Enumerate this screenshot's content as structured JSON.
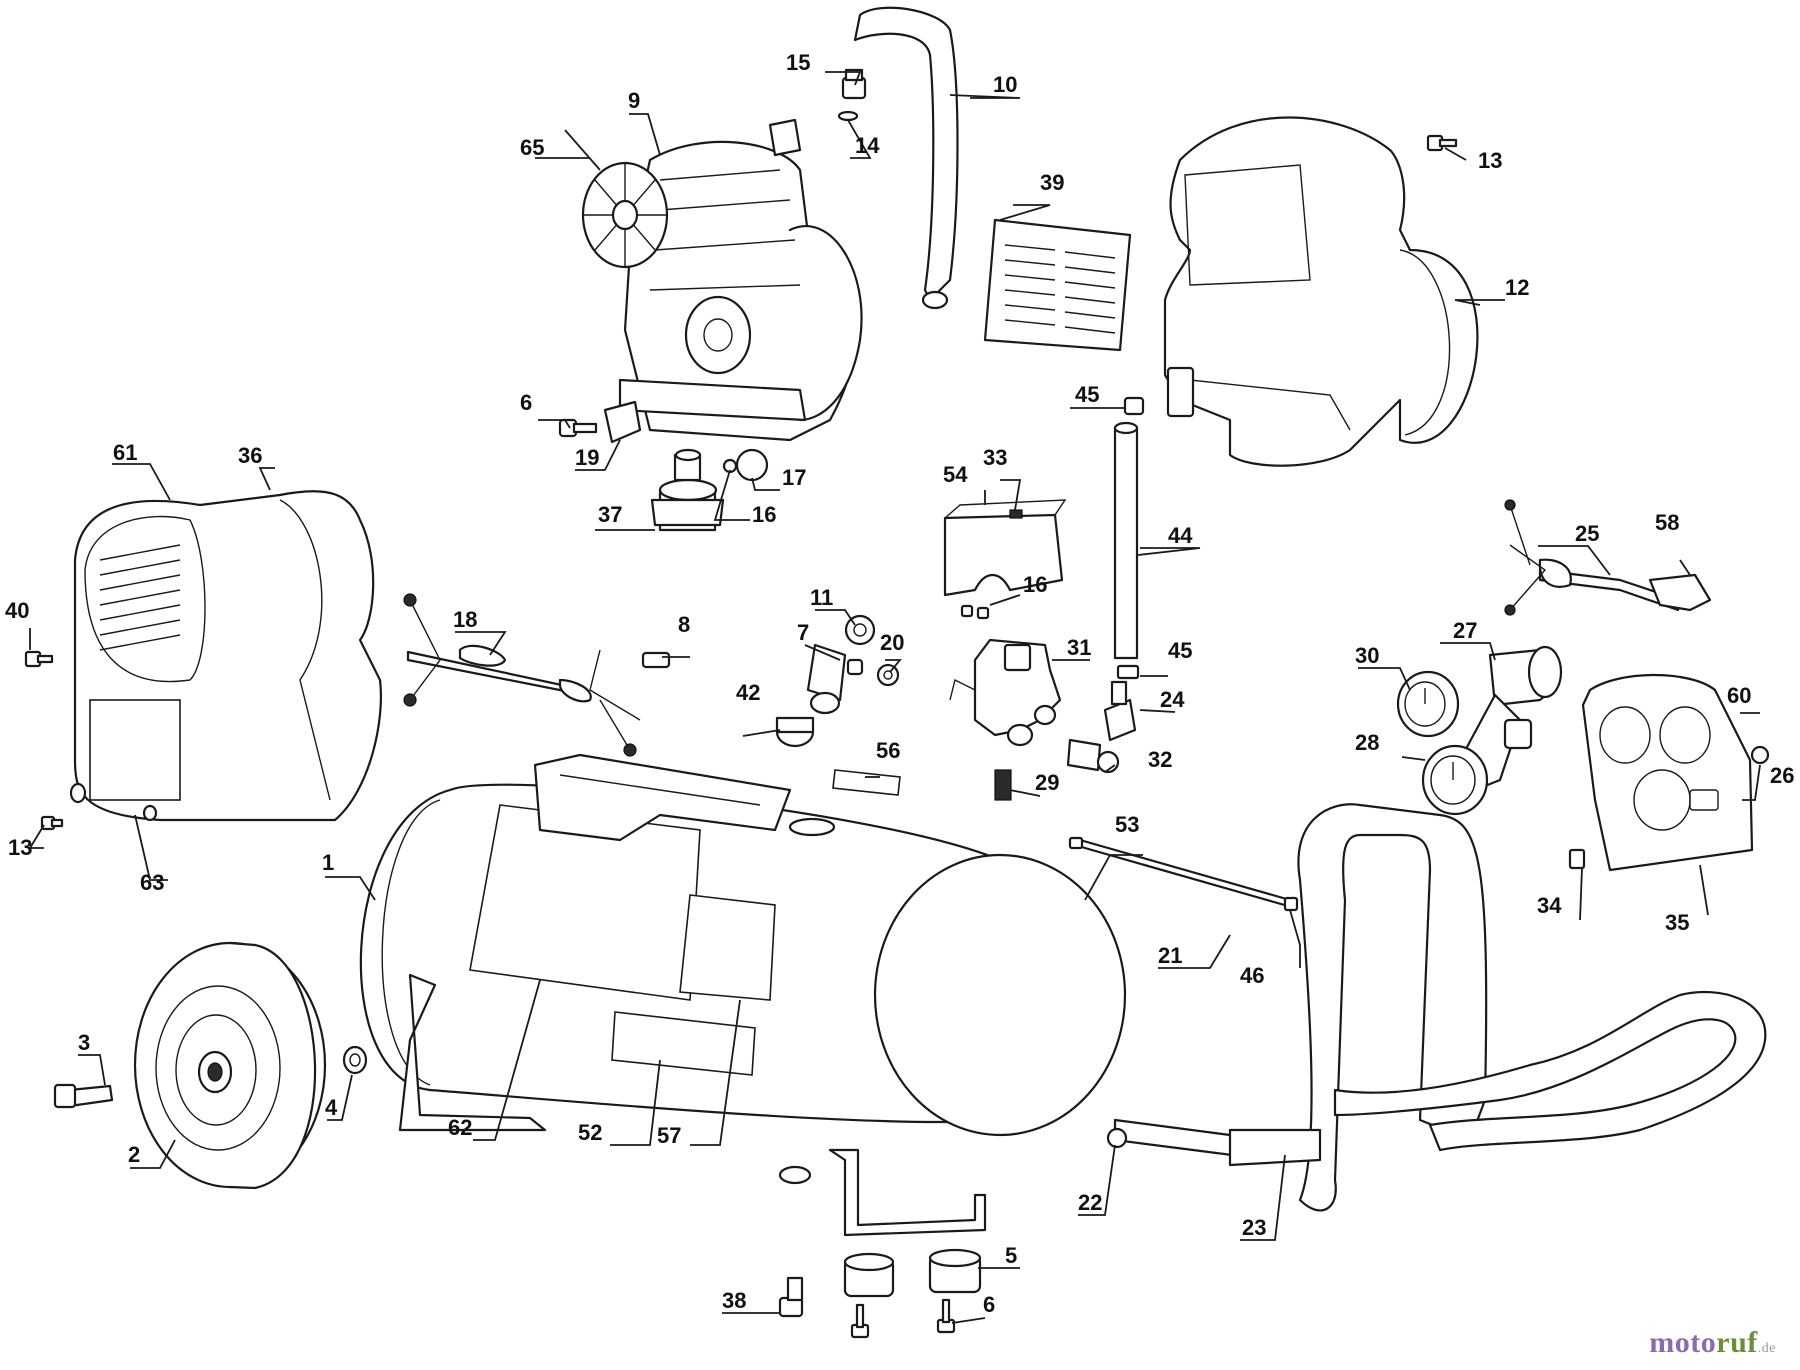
{
  "callouts": [
    {
      "id": "c1",
      "label": "1"
    },
    {
      "id": "c2",
      "label": "2"
    },
    {
      "id": "c3",
      "label": "3"
    },
    {
      "id": "c4",
      "label": "4"
    },
    {
      "id": "c5",
      "label": "5"
    },
    {
      "id": "c6a",
      "label": "6"
    },
    {
      "id": "c6b",
      "label": "6"
    },
    {
      "id": "c7",
      "label": "7"
    },
    {
      "id": "c8",
      "label": "8"
    },
    {
      "id": "c9",
      "label": "9"
    },
    {
      "id": "c10",
      "label": "10"
    },
    {
      "id": "c11",
      "label": "11"
    },
    {
      "id": "c12",
      "label": "12"
    },
    {
      "id": "c13a",
      "label": "13"
    },
    {
      "id": "c13b",
      "label": "13"
    },
    {
      "id": "c14",
      "label": "14"
    },
    {
      "id": "c15",
      "label": "15"
    },
    {
      "id": "c16a",
      "label": "16"
    },
    {
      "id": "c16b",
      "label": "16"
    },
    {
      "id": "c17",
      "label": "17"
    },
    {
      "id": "c18",
      "label": "18"
    },
    {
      "id": "c19",
      "label": "19"
    },
    {
      "id": "c20",
      "label": "20"
    },
    {
      "id": "c21",
      "label": "21"
    },
    {
      "id": "c22",
      "label": "22"
    },
    {
      "id": "c23",
      "label": "23"
    },
    {
      "id": "c24",
      "label": "24"
    },
    {
      "id": "c25",
      "label": "25"
    },
    {
      "id": "c26",
      "label": "26"
    },
    {
      "id": "c27",
      "label": "27"
    },
    {
      "id": "c28",
      "label": "28"
    },
    {
      "id": "c29",
      "label": "29"
    },
    {
      "id": "c30",
      "label": "30"
    },
    {
      "id": "c31",
      "label": "31"
    },
    {
      "id": "c32",
      "label": "32"
    },
    {
      "id": "c33",
      "label": "33"
    },
    {
      "id": "c34",
      "label": "34"
    },
    {
      "id": "c35",
      "label": "35"
    },
    {
      "id": "c36",
      "label": "36"
    },
    {
      "id": "c37",
      "label": "37"
    },
    {
      "id": "c38",
      "label": "38"
    },
    {
      "id": "c39",
      "label": "39"
    },
    {
      "id": "c40",
      "label": "40"
    },
    {
      "id": "c42",
      "label": "42"
    },
    {
      "id": "c44",
      "label": "44"
    },
    {
      "id": "c45a",
      "label": "45"
    },
    {
      "id": "c45b",
      "label": "45"
    },
    {
      "id": "c46",
      "label": "46"
    },
    {
      "id": "c52",
      "label": "52"
    },
    {
      "id": "c53",
      "label": "53"
    },
    {
      "id": "c54",
      "label": "54"
    },
    {
      "id": "c56",
      "label": "56"
    },
    {
      "id": "c57",
      "label": "57"
    },
    {
      "id": "c58",
      "label": "58"
    },
    {
      "id": "c60",
      "label": "60"
    },
    {
      "id": "c61",
      "label": "61"
    },
    {
      "id": "c62",
      "label": "62"
    },
    {
      "id": "c63",
      "label": "63"
    },
    {
      "id": "c65",
      "label": "65"
    }
  ],
  "watermark": {
    "part1": "moto",
    "part2": "ruf",
    "part3": ".de"
  }
}
